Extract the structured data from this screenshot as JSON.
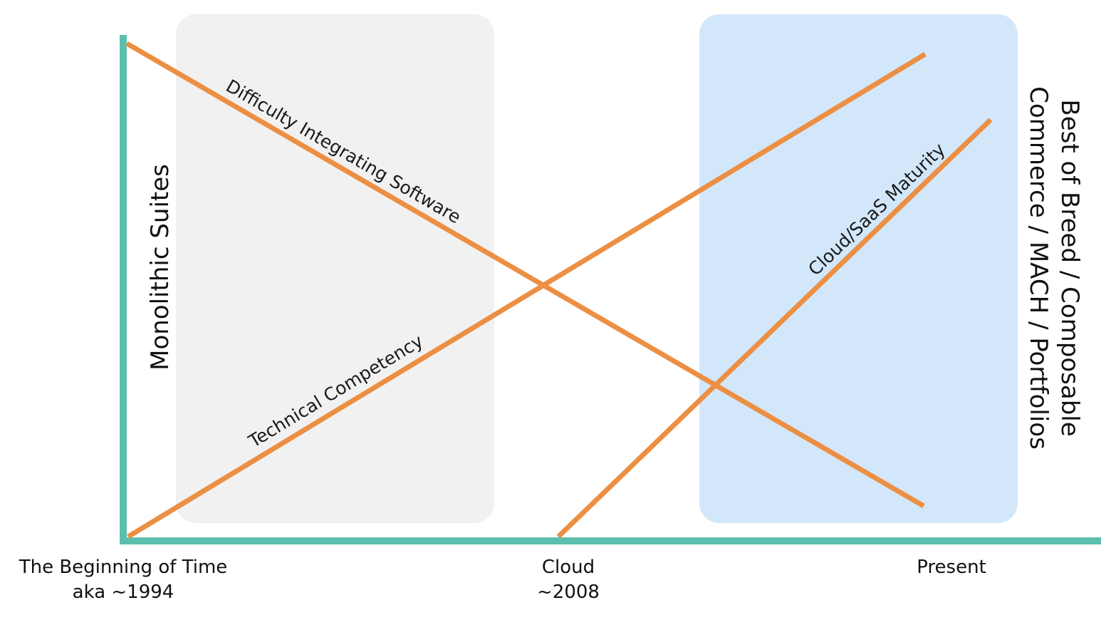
{
  "colors": {
    "axis": "#5bbfad",
    "trend_line": "#ec8f43",
    "left_region": "#f1f1f1",
    "right_region": "#d3e7fa",
    "text": "#111111"
  },
  "regions": {
    "left_label": "Monolithic Suites",
    "right_label_line1": "Best of Breed / Composable",
    "right_label_line2": "Commerce / MACH / Portfolios"
  },
  "lines": {
    "difficulty": "Difficulty Integrating Software",
    "competency": "Technical Competency",
    "saas": "Cloud/SaaS Maturity"
  },
  "x_axis": {
    "start_line1": "The Beginning of Time",
    "start_line2": "aka ~1994",
    "middle_line1": "Cloud",
    "middle_line2": "~2008",
    "end_line1": "Present"
  }
}
